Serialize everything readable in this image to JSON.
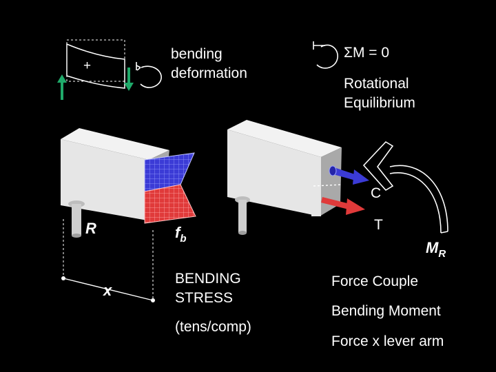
{
  "top_left": {
    "plus_sign": "+",
    "label_line1": "bending",
    "label_line2": "deformation"
  },
  "top_right": {
    "equation": "ΣM = 0",
    "label_line1": "Rotational",
    "label_line2": "Equilibrium"
  },
  "left_diagram": {
    "reaction_label": "R",
    "stress_label": "f",
    "stress_subscript": "b",
    "distance_label": "x",
    "caption_line1": "BENDING",
    "caption_line2": "STRESS",
    "caption_line3": "(tens/comp)"
  },
  "right_diagram": {
    "compression_label": "C",
    "tension_label": "T",
    "moment_label": "M",
    "moment_subscript": "R",
    "caption_line1": "Force Couple",
    "caption_line2": "Bending Moment",
    "caption_line3": "Force x lever arm"
  },
  "colors": {
    "compression": "#3b3bd6",
    "tension": "#e03a3a",
    "reaction_arrow": "#1faa6a",
    "beam_face": "#e6e6e6",
    "beam_side": "#a9a9a9"
  }
}
